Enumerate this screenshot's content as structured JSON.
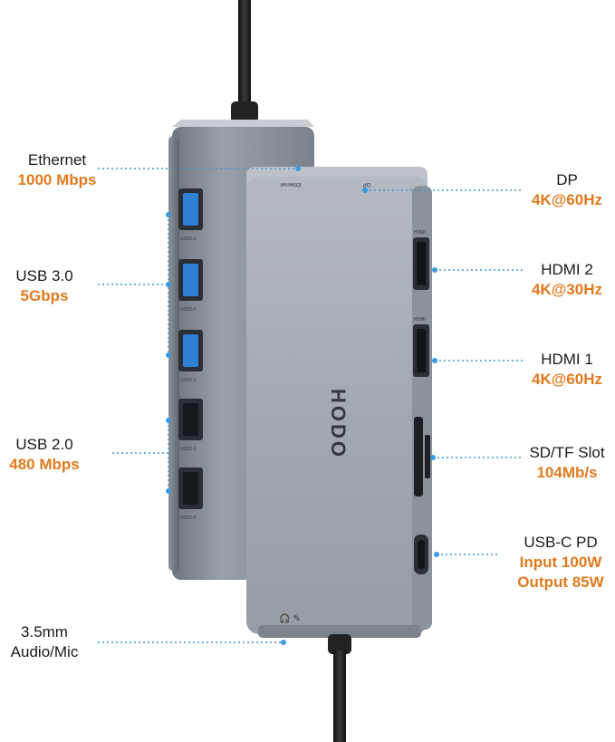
{
  "brand": {
    "logo_text": "HODO"
  },
  "colors": {
    "spec_text": "#e07a1f",
    "label_text": "#1a1a1a",
    "pointer": "#3a9be0",
    "hub_body": "#8a9099",
    "hub_face": "#a4aab3",
    "usb3_port": "#2f7fd6",
    "cable": "#1c1c1c"
  },
  "callouts": {
    "ethernet": {
      "title": "Ethernet",
      "spec": "1000 Mbps"
    },
    "usb3": {
      "title": "USB 3.0",
      "spec": "5Gbps"
    },
    "usb2": {
      "title": "USB 2.0",
      "spec": "480 Mbps"
    },
    "audio": {
      "title": "3.5mm",
      "spec": "Audio/Mic"
    },
    "dp": {
      "title": "DP",
      "spec": "4K@60Hz"
    },
    "hdmi2": {
      "title": "HDMI 2",
      "spec": "4K@30Hz"
    },
    "hdmi1": {
      "title": "HDMI 1",
      "spec": "4K@60Hz"
    },
    "sdtf": {
      "title": "SD/TF Slot",
      "spec": "104Mb/s"
    },
    "usbc": {
      "title": "USB-C PD",
      "spec_line1": "Input 100W",
      "spec_line2": "Output 85W"
    }
  },
  "port_labels": {
    "ethernet_edge": "Ethernet",
    "dp_edge": "DP",
    "usb3": "USB3.0",
    "usb2": "USB2.0",
    "hdmi": "HDMI"
  }
}
